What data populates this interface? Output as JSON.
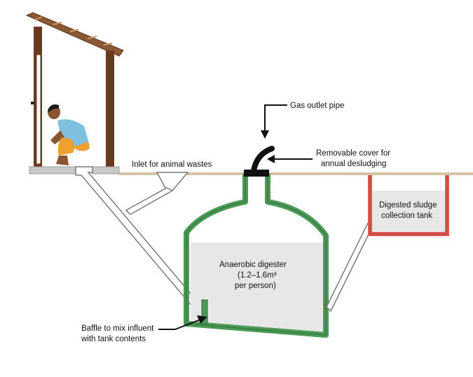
{
  "labels": {
    "gas_outlet": "Gas outlet pipe",
    "cover_line1": "Removable cover for",
    "cover_line2": "annual desludging",
    "inlet": "Inlet for animal wastes",
    "sludge_line1": "Digested sludge",
    "sludge_line2": "collection tank",
    "digester_line1": "Anaerobic digester",
    "digester_line2": "(1.2–1.6m³",
    "digester_line3": "per person)",
    "baffle_line1": "Baffle to mix influent",
    "baffle_line2": "with tank contents"
  },
  "colors": {
    "ground": "#d6c2a4",
    "digester_wall": "#4a9a55",
    "sludge_tank_wall": "#de5a55",
    "liquid": "#e7e7e7",
    "pipe": "#7a7a7a",
    "cover": "#111111",
    "latrine_wood": "#6b3a1e"
  }
}
